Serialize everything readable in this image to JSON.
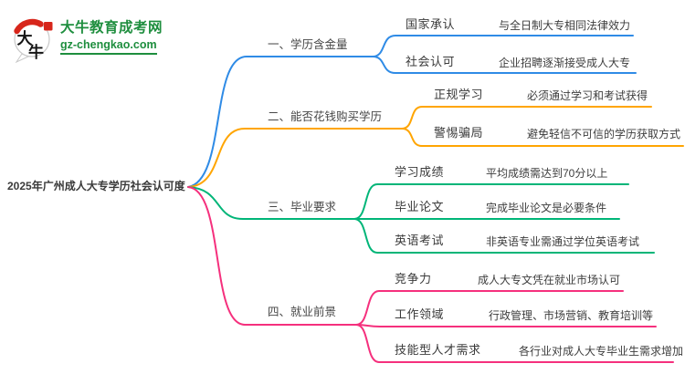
{
  "site": {
    "name": "大牛教育成考网",
    "domain": "gz-chengkao.com",
    "logo_char_1": "大",
    "logo_char_2": "牛",
    "brand_green": "#1E8E3E",
    "brand_red": "#D7261B"
  },
  "root": {
    "title": "2025年广州成人大专学历社会认可度",
    "text_color": "#3A3A3A"
  },
  "branches": [
    {
      "label": "一、学历含金量",
      "color": "#2F8BE6",
      "children": [
        {
          "label": "国家承认",
          "desc": "与全日制大专相同法律效力"
        },
        {
          "label": "社会认可",
          "desc": "企业招聘逐渐接受成人大专"
        }
      ]
    },
    {
      "label": "二、能否花钱购买学历",
      "color": "#FFA502",
      "children": [
        {
          "label": "正规学习",
          "desc": "必须通过学习和考试获得"
        },
        {
          "label": "警惕骗局",
          "desc": "避免轻信不可信的学历获取方式"
        }
      ]
    },
    {
      "label": "三、毕业要求",
      "color": "#00B578",
      "children": [
        {
          "label": "学习成绩",
          "desc": "平均成绩需达到70分以上"
        },
        {
          "label": "毕业论文",
          "desc": "完成毕业论文是必要条件"
        },
        {
          "label": "英语考试",
          "desc": "非英语专业需通过学位英语考试"
        }
      ]
    },
    {
      "label": "四、就业前景",
      "color": "#F5307D",
      "children": [
        {
          "label": "竞争力",
          "desc": "成人大专文凭在就业市场认可"
        },
        {
          "label": "工作领域",
          "desc": "行政管理、市场营销、教育培训等"
        },
        {
          "label": "技能型人才需求",
          "desc": "各行业对成人大专毕业生需求增加"
        }
      ]
    }
  ]
}
